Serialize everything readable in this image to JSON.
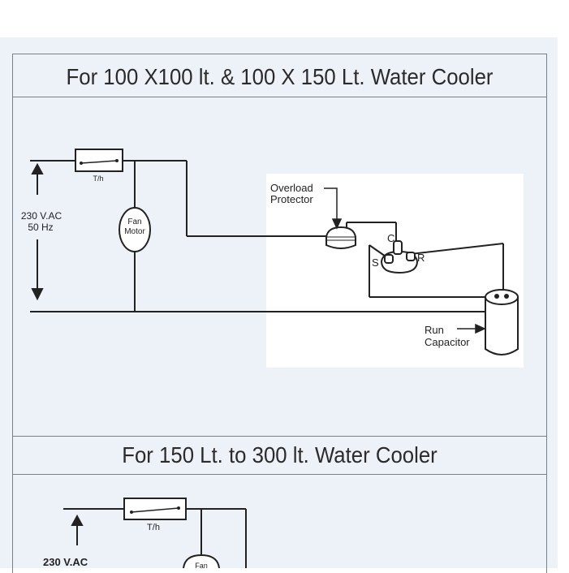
{
  "sections": [
    {
      "title": "For 100 X100 lt. & 100 X 150 Lt. Water Cooler"
    },
    {
      "title": "For 150 Lt. to 300 lt.  Water Cooler"
    }
  ],
  "diagram1": {
    "supply_line1": "230 V.AC",
    "supply_line2": "50 Hz",
    "thermostat": "T/h",
    "fan_line1": "Fan",
    "fan_line2": "Motor",
    "overload_line1": "Overload",
    "overload_line2": "Protector",
    "terminal_c": "C",
    "terminal_s": "S",
    "terminal_r": "R",
    "capacitor_line1": "Run",
    "capacitor_line2": "Capacitor"
  },
  "diagram2": {
    "thermostat": "T/h",
    "supply_line1": "230 V.AC",
    "fan_partial": "Fan"
  }
}
